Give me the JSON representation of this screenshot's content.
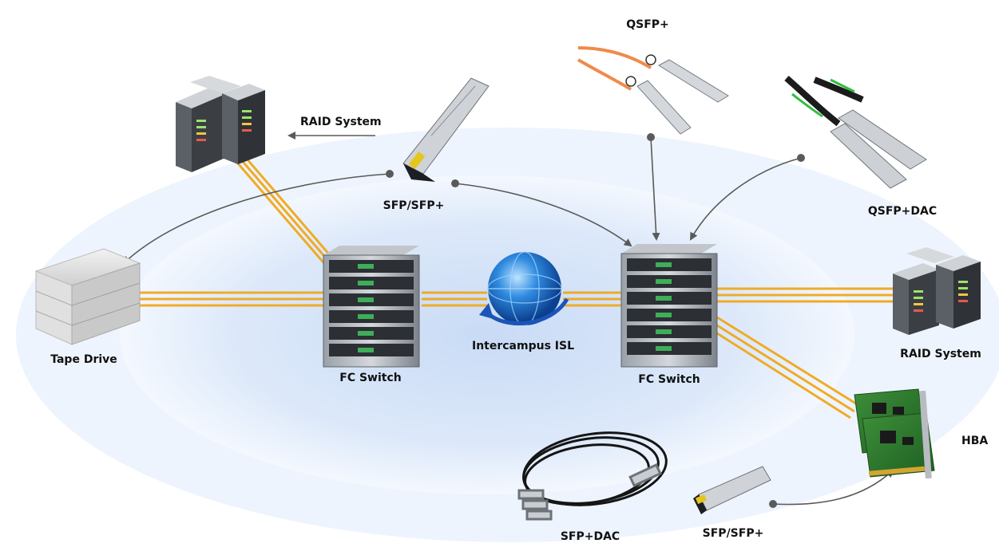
{
  "labels": {
    "qsfp_plus": "QSFP+",
    "raid_system_left": "RAID System",
    "sfp_sfp_plus_top": "SFP/SFP+",
    "qsfp_plus_dac": "QSFP+DAC",
    "tape_drive": "Tape Drive",
    "fc_switch_left": "FC Switch",
    "intercampus_isl": "Intercampus ISL",
    "fc_switch_right": "FC Switch",
    "raid_system_right": "RAID System",
    "hba": "HBA",
    "sfp_plus_dac": "SFP+DAC",
    "sfp_sfp_plus_bottom": "SFP/SFP+"
  },
  "colors": {
    "fiber_link": "#f0a81c",
    "arrow": "#5a5a5a",
    "background_ellipse": "#dfeafa",
    "inner_ellipse": "#cddff6",
    "orange_cable": "#f08a4b",
    "green_cable": "#2fbf3f",
    "server_dark": "#3b3f44",
    "globe": "#1f6fd1"
  }
}
